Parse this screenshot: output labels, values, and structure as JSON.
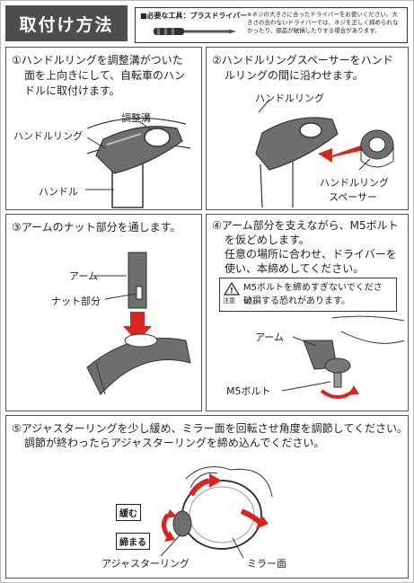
{
  "header": {
    "title": "取付け方法",
    "tool_label": "■必要な工具：プラスドライバー",
    "tool_note": "※ネジの大きさに合ったドライバーをお使いください。大きさの合わないドライバーでは、ネジを正しく締められなかったり、部品が破損したりする場合があります。"
  },
  "step1": {
    "text_line1": "①ハンドルリングを調整溝がついた",
    "text_line2": "面を上向きにして、自転車のハン",
    "text_line3": "ドルに取付けます。",
    "label_groove": "調整溝",
    "label_ring": "ハンドルリング",
    "label_handle": "ハンドル"
  },
  "step2": {
    "text_line1": "②ハンドルリングスペーサーをハンド",
    "text_line2": "ルリングの間に沿わせます。",
    "label_ring": "ハンドルリング",
    "label_spacer_line1": "ハンドルリング",
    "label_spacer_line2": "スペーサー"
  },
  "step3": {
    "text": "③アームのナット部分を通します。",
    "label_arm": "アーム",
    "label_nut": "ナット部分"
  },
  "step4": {
    "text_line1": "④アーム部分を支えながら、M5ボルト",
    "text_line2": "を仮どめします。",
    "text_line3": "任意の場所に合わせ、ドライバーを",
    "text_line4": "使い、本締めしてください。",
    "caution_icon_char": "注意",
    "caution_line1": "M5ボルトを締めすぎないでください。",
    "caution_line2": "破損する恐れがあります。",
    "label_arm": "アーム",
    "label_bolt": "M5ボルト"
  },
  "step5": {
    "text_line1": "⑤アジャスターリングを少し緩め、ミラー面を回転させ角度を調節してください。",
    "text_line2": "調節が終わったらアジャスターリングを締め込んでください。",
    "tag_loosen": "緩む",
    "tag_tighten": "締まる",
    "label_adjuster": "アジャスターリング",
    "label_mirror": "ミラー面"
  },
  "colors": {
    "accent_red": "#d7261f",
    "title_bg": "#4d4d4d",
    "ring_gray": "#6e6e6e"
  }
}
